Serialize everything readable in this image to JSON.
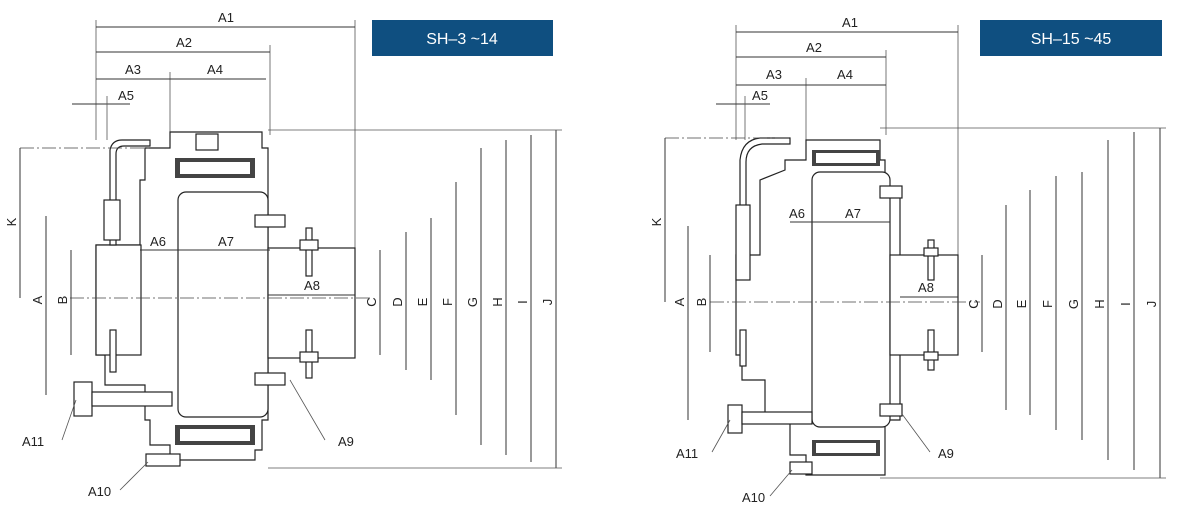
{
  "left": {
    "badge": "SH–3 ~14",
    "labels": {
      "A1": "A1",
      "A2": "A2",
      "A3": "A3",
      "A4": "A4",
      "A5": "A5",
      "A6": "A6",
      "A7": "A7",
      "A8": "A8",
      "A9": "A9",
      "A10": "A10",
      "A11": "A11",
      "K": "K",
      "A": "A",
      "B": "B",
      "C": "C",
      "D": "D",
      "E": "E",
      "F": "F",
      "G": "G",
      "H": "H",
      "I": "I",
      "J": "J"
    }
  },
  "right": {
    "badge": "SH–15 ~45",
    "labels": {
      "A1": "A1",
      "A2": "A2",
      "A3": "A3",
      "A4": "A4",
      "A5": "A5",
      "A6": "A6",
      "A7": "A7",
      "A8": "A8",
      "A9": "A9",
      "A10": "A10",
      "A11": "A11",
      "K": "K",
      "A": "A",
      "B": "B",
      "C": "C",
      "D": "D",
      "E": "E",
      "F": "F",
      "G": "G",
      "H": "H",
      "I": "I",
      "J": "J"
    }
  },
  "colors": {
    "badge": "#0f4f80",
    "line": "#333333"
  }
}
